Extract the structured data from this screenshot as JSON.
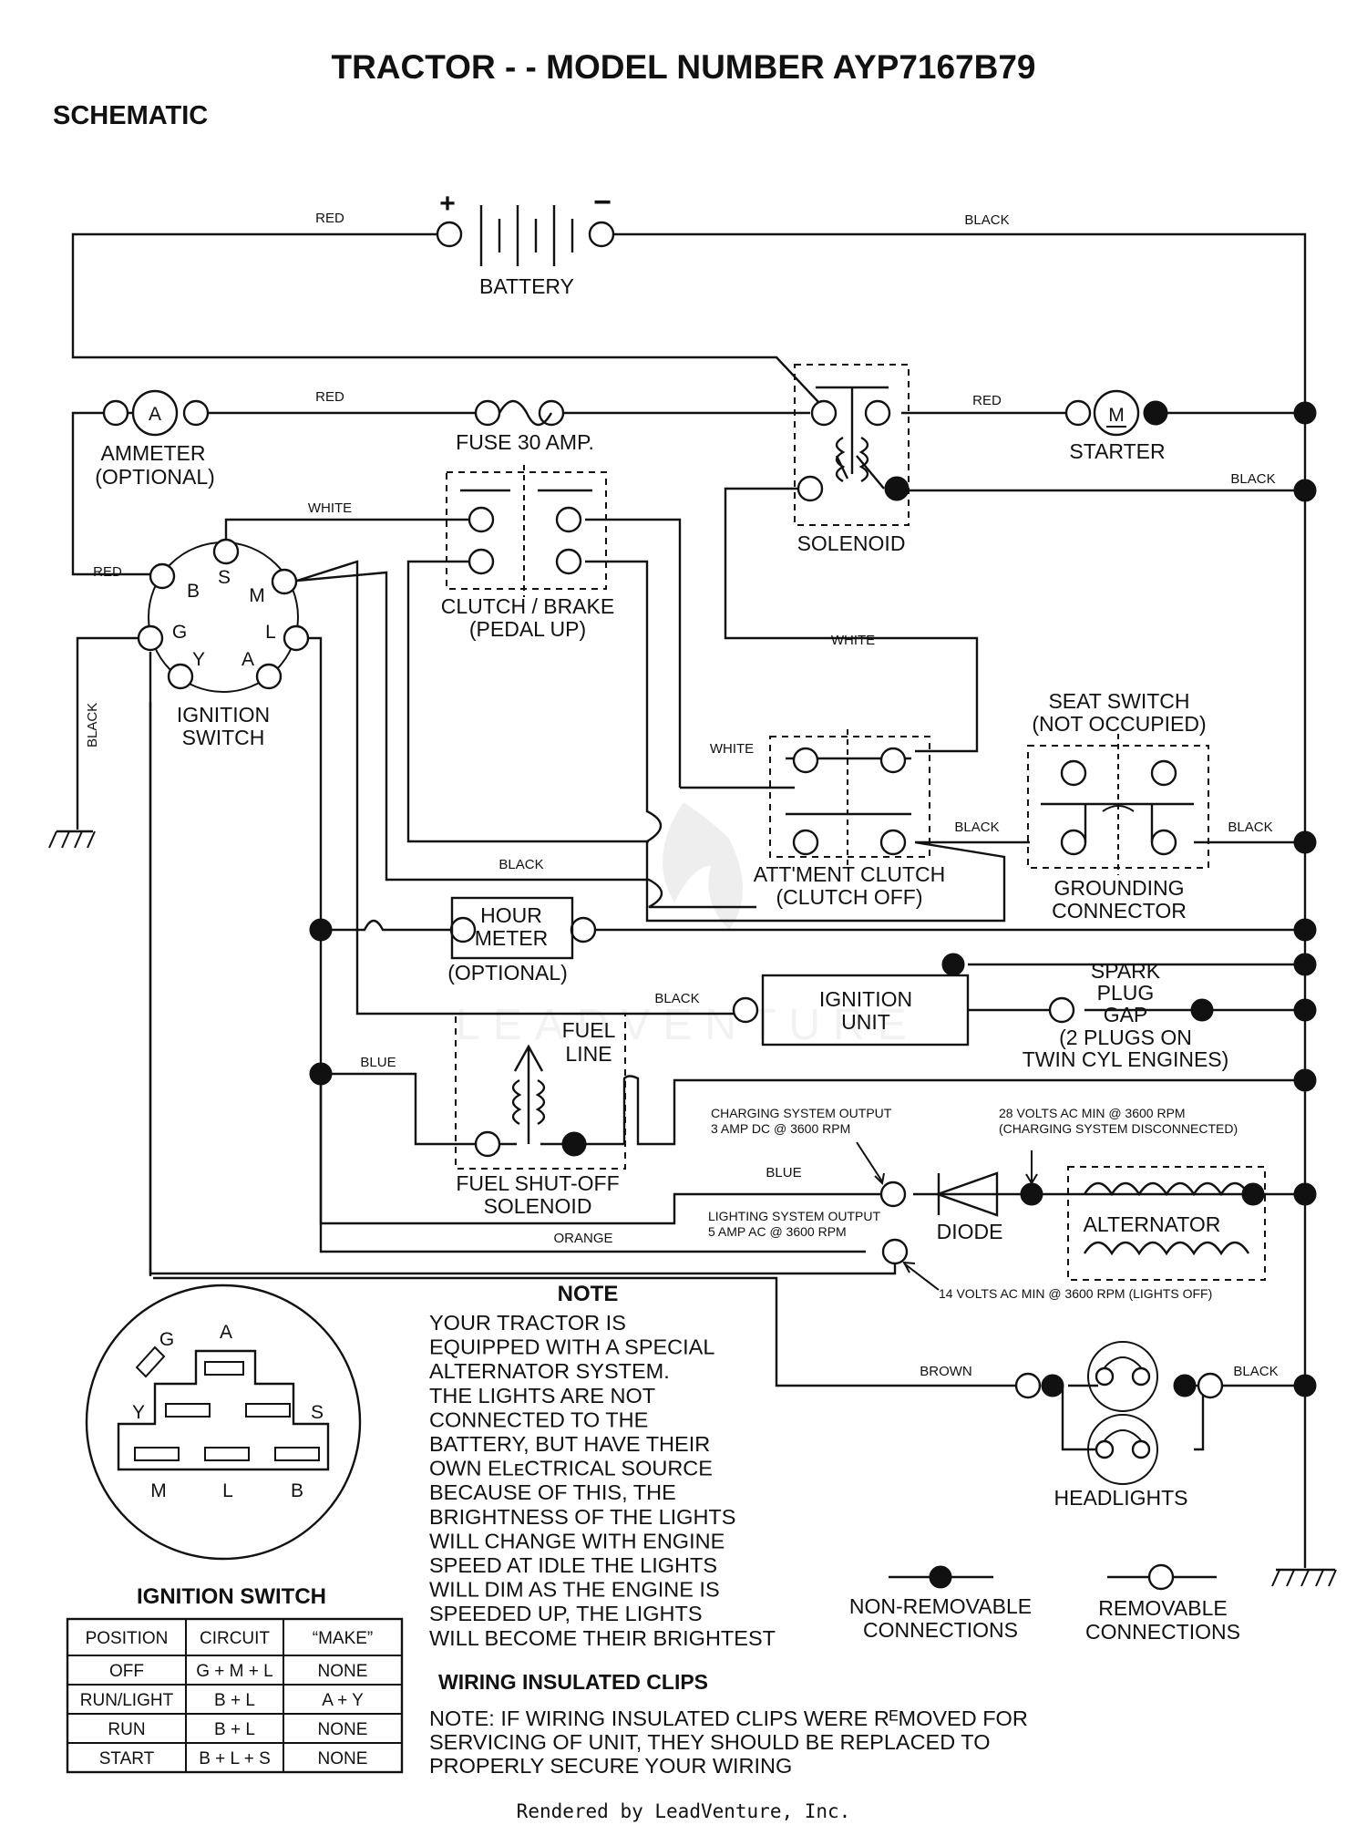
{
  "title": "TRACTOR - - MODEL NUMBER AYP7167B79",
  "subtitle": "SCHEMATIC",
  "battery": {
    "label": "BATTERY",
    "plus": "+",
    "minus": "−"
  },
  "components": {
    "ammeter": {
      "symbol": "A",
      "line1": "AMMETER",
      "line2": "(OPTIONAL)"
    },
    "fuse": "FUSE 30 AMP.",
    "starter": {
      "symbol": "M",
      "label": "STARTER"
    },
    "solenoid": "SOLENOID",
    "clutch_brake": {
      "line1": "CLUTCH / BRAKE",
      "line2": "(PEDAL UP)"
    },
    "ignition_switch_label": {
      "line1": "IGNITION",
      "line2": "SWITCH"
    },
    "seat_switch": {
      "line1": "SEAT SWITCH",
      "line2": "(NOT OCCUPIED)"
    },
    "grounding_connector": {
      "line1": "GROUNDING",
      "line2": "CONNECTOR"
    },
    "attachment_clutch": {
      "line1": "ATT'MENT CLUTCH",
      "line2": "(CLUTCH OFF)"
    },
    "hour_meter": {
      "line1": "HOUR",
      "line2": "METER",
      "line3": "(OPTIONAL)"
    },
    "ignition_unit": {
      "line1": "IGNITION",
      "line2": "UNIT"
    },
    "spark_plug": {
      "line1": "SPARK",
      "line2": "PLUG",
      "line3": "GAP",
      "line4": "(2 PLUGS ON",
      "line5": "TWIN CYL  ENGINES)"
    },
    "fuel_line": {
      "line1": "FUEL",
      "line2": "LINE"
    },
    "fuel_solenoid": {
      "line1": "FUEL SHUT-OFF",
      "line2": "SOLENOID"
    },
    "diode": "DIODE",
    "alternator": "ALTERNATOR",
    "headlights": "HEADLIGHTS"
  },
  "ignition_pins": {
    "B": "B",
    "S": "S",
    "M": "M",
    "G": "G",
    "L": "L",
    "Y": "Y",
    "A": "A"
  },
  "wire_colors": {
    "red_top": "RED",
    "black_top": "BLACK",
    "red_ammeter": "RED",
    "red_starter": "RED",
    "black_solenoid": "BLACK",
    "white_top": "WHITE",
    "red_switch": "RED",
    "white_solenoid": "WHITE",
    "white_clutch": "WHITE",
    "black_ground": "BLACK",
    "black_seat_left": "BLACK",
    "black_seat_right": "BLACK",
    "black_clutch": "BLACK",
    "black_ignition": "BLACK",
    "blue_fuel": "BLUE",
    "blue_charging": "BLUE",
    "orange": "ORANGE",
    "brown": "BROWN",
    "black_headlights": "BLACK"
  },
  "annotations": {
    "charging_line1": "CHARGING SYSTEM OUTPUT",
    "charging_line2": "3 AMP DC @ 3600 RPM",
    "volts28_line1": "28 VOLTS AC MIN  @ 3600 RPM",
    "volts28_line2": "(CHARGING SYSTEM DISCONNECTED)",
    "lighting_line1": "LIGHTING SYSTEM OUTPUT",
    "lighting_line2": "5 AMP AC @ 3600 RPM",
    "volts14": "14 VOLTS AC MIN  @ 3600 RPM (LIGHTS OFF)"
  },
  "note": {
    "heading": "NOTE",
    "lines": [
      "YOUR TRACTOR IS",
      "EQUIPPED WITH A SPECIAL",
      "ALTERNATOR SYSTEM.",
      "THE LIGHTS ARE NOT",
      "CONNECTED TO THE",
      "BATTERY, BUT HAVE THEIR",
      "OWN ELᴇCTRICAL SOURCE",
      "BECAUSE OF THIS, THE",
      "BRIGHTNESS OF THE LIGHTS",
      "WILL CHANGE WITH ENGINE",
      "SPEED   AT IDLE THE LIGHTS",
      "WILL DIM   AS THE ENGINE IS",
      "SPEEDED UP, THE LIGHTS",
      "WILL BECOME THEIR BRIGHTEST"
    ]
  },
  "legend": {
    "non_removable_line1": "NON-REMOVABLE",
    "non_removable_line2": "CONNECTIONS",
    "removable_line1": "REMOVABLE",
    "removable_line2": "CONNECTIONS"
  },
  "ignition_face": {
    "G": "G",
    "A": "A",
    "Y": "Y",
    "S": "S",
    "M": "M",
    "L": "L",
    "B": "B"
  },
  "ignition_table": {
    "title": "IGNITION SWITCH",
    "headers": [
      "POSITION",
      "CIRCUIT",
      "“MAKE”"
    ],
    "rows": [
      [
        "OFF",
        "G + M + L",
        "NONE"
      ],
      [
        "RUN/LIGHT",
        "B + L",
        "A + Y"
      ],
      [
        "RUN",
        "B + L",
        "NONE"
      ],
      [
        "START",
        "B + L + S",
        "NONE"
      ]
    ]
  },
  "clips": {
    "heading": "WIRING INSULATED CLIPS",
    "line1": "NOTE: IF WIRING INSULATED CLIPS WERE RᴱMOVED FOR",
    "line2": "SERVICING OF UNIT, THEY SHOULD BE REPLACED TO",
    "line3": "PROPERLY SECURE YOUR WIRING"
  },
  "footer": "Rendered by LeadVenture, Inc.",
  "watermark": "LEADVENTURE"
}
